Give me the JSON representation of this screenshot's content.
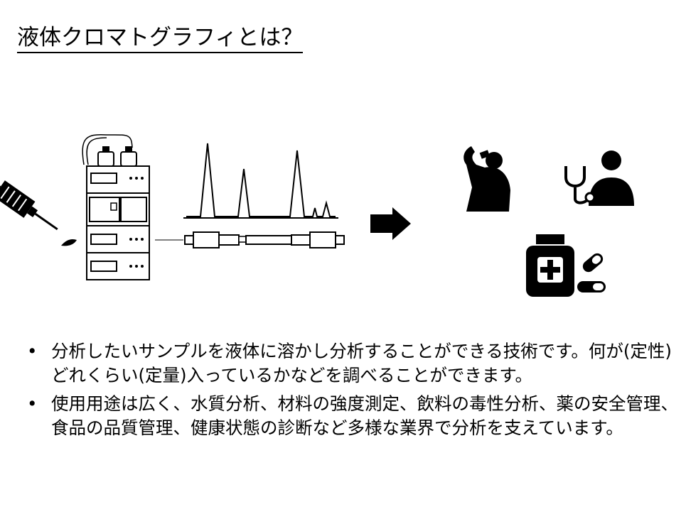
{
  "title": "液体クロマトグラフィとは？",
  "bullets": [
    "分析したいサンプルを液体に溶かし分析することができる技術です。何が(定性)どれくらい(定量)入っているかなどを調べることができます。",
    "使用用途は広く、水質分析、材料の強度測定、飲料の毒性分析、薬の安全管理、食品の品質管理、健康状態の診断など多様な業界で分析を支えています。"
  ],
  "bullet_marker": "•",
  "icons": [
    "syringe-icon",
    "lc-instrument-icon",
    "chromatogram-icon",
    "column-icon",
    "arrow-right-icon",
    "drinking-person-icon",
    "doctor-stethoscope-icon",
    "medicine-bottle-icon",
    "pills-icon"
  ]
}
